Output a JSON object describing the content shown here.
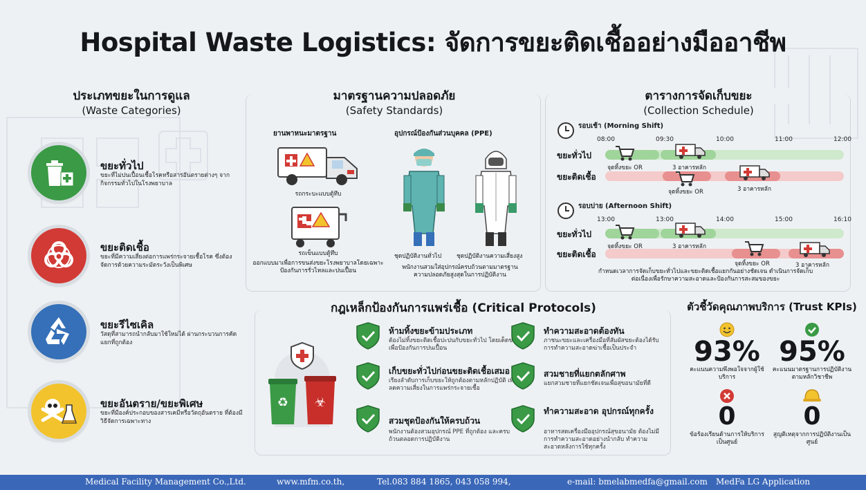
{
  "title": "Hospital Waste Logistics: จัดการขยะติดเชื้ออย่างมืออาชีพ",
  "colors": {
    "green": "#3a9a45",
    "red": "#d23a35",
    "blue": "#3570b8",
    "yellow": "#f2c32d",
    "footer": "#3a67b8"
  },
  "categories": {
    "title": "ประเภทขยะในการดูแล",
    "subtitle": "(Waste Categories)",
    "items": [
      {
        "title": "ขยะทั่วไป",
        "desc": "ขยะที่ไม่ปนเปื้อนเชื้อโรคหรือสารอันตรายต่างๆ จากกิจกรรมทั่วไปในโรงพยาบาล",
        "icon": "trash-bin-icon"
      },
      {
        "title": "ขยะติดเชื้อ",
        "desc": "ขยะที่มีความเสี่ยงต่อการแพร่กระจายเชื้อโรค ซึ่งต้องจัดการด้วยความระมัดระวังเป็นพิเศษ",
        "icon": "biohazard-icon"
      },
      {
        "title": "ขยะรีไซเคิล",
        "desc": "วัสดุที่สามารถนำกลับมาใช้ใหม่ได้ ผ่านกระบวนการคัดแยกที่ถูกต้อง",
        "icon": "recycle-icon"
      },
      {
        "title": "ขยะอันตราย/ขยะพิเศษ",
        "desc": "ขยะที่มีองค์ประกอบของสารเคมีหรือวัตถุอันตราย ที่ต้องมีวิธีจัดการเฉพาะทาง",
        "icon": "skull-crossbones-icon"
      }
    ]
  },
  "safety": {
    "title": "มาตรฐานความปลอดภัย",
    "subtitle": "(Safety Standards)",
    "vehicle_heading": "ยานพาหนะมาตรฐาน",
    "truck_caption": "รถกระบะแบบตู้ทึบ",
    "cart_caption": "รถเข็นแบบตู้ทึบ",
    "cart_desc": "ออกแบบมาเพื่อการขนส่งขยะโรงพยาบาลโดยเฉพาะ ป้องกันการรั่วไหลและปนเปื้อน",
    "ppe_heading": "อุปกรณ์ป้องกันส่วนบุคคล (PPE)",
    "ppe_general": "ชุดปฏิบัติงานทั่วไป",
    "ppe_high": "ชุดปฏิบัติงานความเสี่ยงสูง",
    "ppe_desc": "พนักงานสวมใส่อุปกรณ์ครบถ้วนตามมาตรฐาน ความปลอดภัยสูงสุดในการปฏิบัติงาน"
  },
  "schedule": {
    "title": "ตารางการจัดเก็บขยะ",
    "subtitle": "(Collection Schedule)",
    "morning": {
      "label": "รอบเช้า (Morning Shift)",
      "times": [
        "08:00",
        "09:30",
        "10:00",
        "11:00",
        "12:00"
      ],
      "general_label": "ขยะทั่วไป",
      "infectious_label": "ขยะติดเชื้อ",
      "stop_or": "จุดทิ้งขยะ OR",
      "stop_bldg": "3 อาคารหลัก"
    },
    "afternoon": {
      "label": "รอบบ่าย (Afternoon Shift)",
      "times": [
        "13:00",
        "13:00",
        "14:00",
        "15:00",
        "16:10"
      ],
      "general_label": "ขยะทั่วไป",
      "infectious_label": "ขยะติดเชื้อ",
      "stop_or": "จุดทิ้งขยะ OR",
      "stop_bldg": "3 อาคารหลัก"
    },
    "note": "กำหนดเวลาการจัดเก็บขยะทั่วไปและขยะติดเชื้อแยกกันอย่างชัดเจน ดำเนินการจัดเก็บต่อเนื่องเพื่อรักษาความสะอาดและป้องกันการสะสมของขยะ"
  },
  "protocols": {
    "title": "กฎเหล็กป้องกันการแพร่เชื้อ (Critical Protocols)",
    "items": [
      {
        "title": "ห้ามทิ้งขยะข้ามประเภท",
        "desc": "ต้องไม่ทิ้งขยะติดเชื้อปะปนกับขยะทั่วไป โดยเด็ดขาด เพื่อป้องกันการปนเปื้อน"
      },
      {
        "title": "เก็บขยะทั่วไปก่อนขยะติดเชื้อเสมอ",
        "desc": "เรียงลำดับการเก็บขยะให้ถูกต้องตามหลักปฏิบัติ เพื่อลดความเสี่ยงในการแพร่กระจายเชื้อ"
      },
      {
        "title": "สวมชุดป้องกันให้ครบถ้วน",
        "desc": "พนักงานต้องสวมอุปกรณ์ PPE ที่ถูกต้อง และครบถ้วนตลอดการปฏิบัติงาน"
      },
      {
        "title": "ทำความสะอาดต้องทัน",
        "desc": "ภาชนะขยะและเครื่องมือที่สัมผัสขยะต้องได้รับการทำความสะอาดฆ่าเชื้อเป็นประจำ"
      },
      {
        "title": "สวมชายที่แยกตลักศาพ",
        "desc": "แยกสวมชายที่แยกชัดเจนเพื่อสุขอนามัยที่ดี"
      },
      {
        "title": "ทำความสะอาด อุปกรณ์ทุกครั้ง",
        "desc": "อาหารสดเครื่องมืออุปกรณ์สุขอนามัย ต้องไม่มีการทำความสะอาดอย่างนำกลับ ทำความสะอาดหลังการใช้ทุกครั้ง"
      }
    ]
  },
  "kpis": {
    "title": "ตัวชี้วัดคุณภาพบริการ (Trust KPIs)",
    "items": [
      {
        "value": "93%",
        "label": "คะแนนความพึงพอใจจากผู้ใช้บริการ",
        "icon": "smiley-icon"
      },
      {
        "value": "95%",
        "label": "คะแนนมาตรฐานการปฏิบัติงานตามหลักวิชาชีพ",
        "icon": "check-circle-icon"
      },
      {
        "value": "0",
        "label": "ข้อร้องเรียนด้านการให้บริการเป็นศูนย์",
        "icon": "x-circle-icon"
      },
      {
        "value": "0",
        "label": "สูญติเหตุจากการปฏิบัติงานเป็นศูนย์",
        "icon": "hard-hat-icon"
      }
    ]
  },
  "footer": {
    "company": "Medical Facility Management Co.,Ltd.",
    "website": "www.mfm.co.th,",
    "phone": "Tel.083 884 1865,  043 058 994,",
    "email": "e-mail: bmelabmedfa@gmail.com",
    "app": "MedFa LG Application"
  }
}
